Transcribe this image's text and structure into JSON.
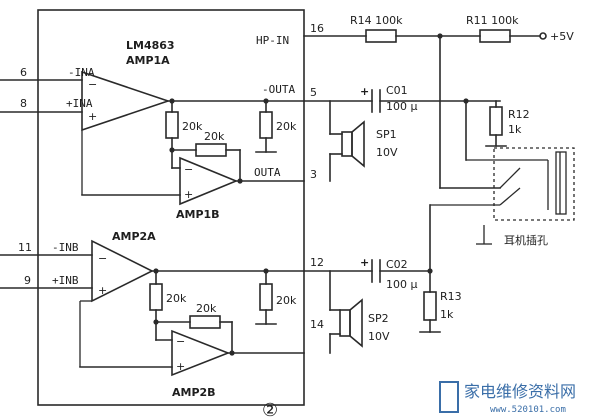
{
  "chip": {
    "name": "LM4863",
    "circle_mark": "②"
  },
  "amps": {
    "amp1a": "AMP1A",
    "amp1b": "AMP1B",
    "amp2a": "AMP2A",
    "amp2b": "AMP2B"
  },
  "pins": {
    "p6": "6",
    "p8": "8",
    "p11": "11",
    "p9": "9",
    "p16": "16",
    "p5": "5",
    "p3": "3",
    "p12": "12",
    "p14": "14"
  },
  "signals": {
    "ina_neg": "-INA",
    "ina_pos": "+INA",
    "outa_neg": "-OUTA",
    "outa": "OUTA",
    "hp_in": "HP-IN",
    "inb_neg": "-INB",
    "inb_pos": "+INB",
    "supply": "+5V"
  },
  "components": {
    "r14": "R14 100k",
    "r11": "R11 100k",
    "c01": "C01",
    "c01_val": "100 μ",
    "r12": "R12",
    "r12_val": "1k",
    "sp1": "SP1",
    "sp1_val": "10V",
    "c02": "C02",
    "c02_val": "100 μ",
    "r13": "R13",
    "r13_val": "1k",
    "sp2": "SP2",
    "sp2_val": "10V",
    "r20k": "20k",
    "jack": "耳机插孔",
    "plus": "+"
  },
  "watermark": {
    "name": "家电维修资料网",
    "url": "www.520101.com"
  },
  "colors": {
    "ink": "#2a2a2a",
    "watermark": "#3a6ea8"
  }
}
